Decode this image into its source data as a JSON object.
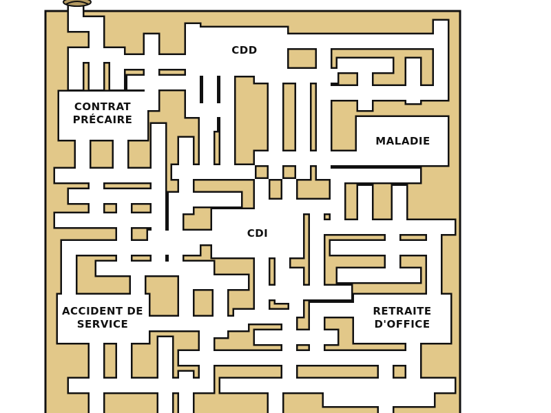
{
  "comic": {
    "colors": {
      "wall": "#E2C889",
      "path": "#FFFFFF",
      "ink": "#111111",
      "figure": "#B49A62"
    },
    "rooms": [
      {
        "key": "cdd",
        "label": "CDD"
      },
      {
        "key": "contrat_precaire",
        "label": "CONTRAT\nPRÉCAIRE"
      },
      {
        "key": "maladie",
        "label": "MALADIE"
      },
      {
        "key": "cdi",
        "label": "CDI"
      },
      {
        "key": "accident_de_service",
        "label": "ACCIDENT DE\nSERVICE"
      },
      {
        "key": "retraite_d_office",
        "label": "RETRAITE\nD'OFFICE"
      }
    ]
  }
}
